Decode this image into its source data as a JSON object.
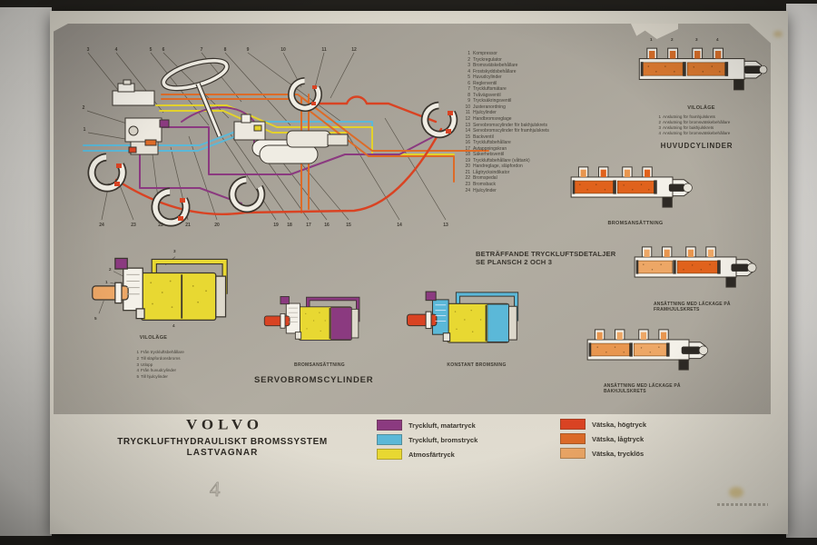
{
  "poster": {
    "schematic": {
      "top_numbers": [
        "3",
        "4",
        "5",
        "6",
        "7",
        "8",
        "9",
        "10",
        "11",
        "12"
      ],
      "side_numbers": [
        "2",
        "1"
      ],
      "bottom_numbers": [
        "24",
        "23",
        "22",
        "21",
        "20",
        "19",
        "18",
        "17",
        "16",
        "15",
        "14",
        "13"
      ]
    },
    "parts_list": [
      {
        "num": "1",
        "label": "Kompressor"
      },
      {
        "num": "2",
        "label": "Tryckregulator"
      },
      {
        "num": "3",
        "label": "Bromsvätskebehållare"
      },
      {
        "num": "4",
        "label": "Frostskyddsbehållare"
      },
      {
        "num": "5",
        "label": "Huvudcylinder"
      },
      {
        "num": "6",
        "label": "Reglerventil"
      },
      {
        "num": "7",
        "label": "Tryckluftsmätare"
      },
      {
        "num": "8",
        "label": "Tvåvägsventil"
      },
      {
        "num": "9",
        "label": "Trycksäkringsventil"
      },
      {
        "num": "10",
        "label": "Justeranordning"
      },
      {
        "num": "11",
        "label": "Hjulcylinder"
      },
      {
        "num": "12",
        "label": "Handbromsreglage"
      },
      {
        "num": "13",
        "label": "Servobromscylinder för bakhjulskrets"
      },
      {
        "num": "14",
        "label": "Servobromscylinder för framhjulskrets"
      },
      {
        "num": "15",
        "label": "Backventil"
      },
      {
        "num": "16",
        "label": "Tryckluftsbehållare"
      },
      {
        "num": "17",
        "label": "Avtappningskran"
      },
      {
        "num": "18",
        "label": "Säkerhetsventil"
      },
      {
        "num": "19",
        "label": "Tryckluftsbehållare (våttank)"
      },
      {
        "num": "20",
        "label": "Handreglage, släpfordon"
      },
      {
        "num": "21",
        "label": "Lågtrycksindikator"
      },
      {
        "num": "22",
        "label": "Bromspedal"
      },
      {
        "num": "23",
        "label": "Bromsback"
      },
      {
        "num": "24",
        "label": "Hjulcylinder"
      }
    ],
    "huvudcylinder": {
      "heading": "HUVUDCYLINDER",
      "state_rest": "VILOLÄGE",
      "state_braking": "BROMSANSÄTTNING",
      "state_leak_front_1": "ANSÄTTNING MED LÄCKAGE PÅ",
      "state_leak_front_2": "FRAMHJULSKRETS",
      "state_leak_rear_1": "ANSÄTTNING MED LÄCKAGE PÅ",
      "state_leak_rear_2": "BAKHJULSKRETS",
      "port_numbers": [
        "1",
        "2",
        "3",
        "4"
      ],
      "callouts": [
        {
          "num": "1",
          "label": "Anslutning för framhjulskrets"
        },
        {
          "num": "2",
          "label": "Anslutning för bromsvätskebehållare"
        },
        {
          "num": "3",
          "label": "Anslutning för bakhjulskrets"
        },
        {
          "num": "4",
          "label": "Anslutning för bromsvätskebehållare"
        }
      ]
    },
    "note": {
      "line1": "BETRÄFFANDE TRYCKLUFTSDETALJER",
      "line2": "SE PLANSCH 2 OCH 3"
    },
    "servo": {
      "heading": "SERVOBROMSCYLINDER",
      "state_rest": "VILOLÄGE",
      "state_braking": "BROMSANSÄTTNING",
      "state_constant": "KONSTANT BROMSNING",
      "diagram_numbers": [
        "3",
        "2",
        "1",
        "4",
        "5"
      ],
      "callouts": [
        {
          "num": "1",
          "label": "Från tryckluftsbehållare"
        },
        {
          "num": "2",
          "label": "Till släpfordonsbroms"
        },
        {
          "num": "3",
          "label": "Utlopp"
        },
        {
          "num": "4",
          "label": "Från huvudcylinder"
        },
        {
          "num": "5",
          "label": "Till hjulcylinder"
        }
      ]
    },
    "footer": {
      "brand": "VOLVO",
      "title1": "TRYCKLUFTHYDRAULISKT BROMSSYSTEM",
      "title2": "LASTVAGNAR",
      "handwritten": "4"
    },
    "legend": {
      "air": [
        {
          "label": "Tryckluft, matartryck",
          "color": "#8b3a80"
        },
        {
          "label": "Tryckluft, bromstryck",
          "color": "#5bb8d8"
        },
        {
          "label": "Atmosfärtryck",
          "color": "#e8d832"
        }
      ],
      "fluid": [
        {
          "label": "Vätska, högtryck",
          "color": "#d94323"
        },
        {
          "label": "Vätska, lågtryck",
          "color": "#dd6b28"
        },
        {
          "label": "Vätska, trycklös",
          "color": "#eda766"
        }
      ]
    }
  }
}
